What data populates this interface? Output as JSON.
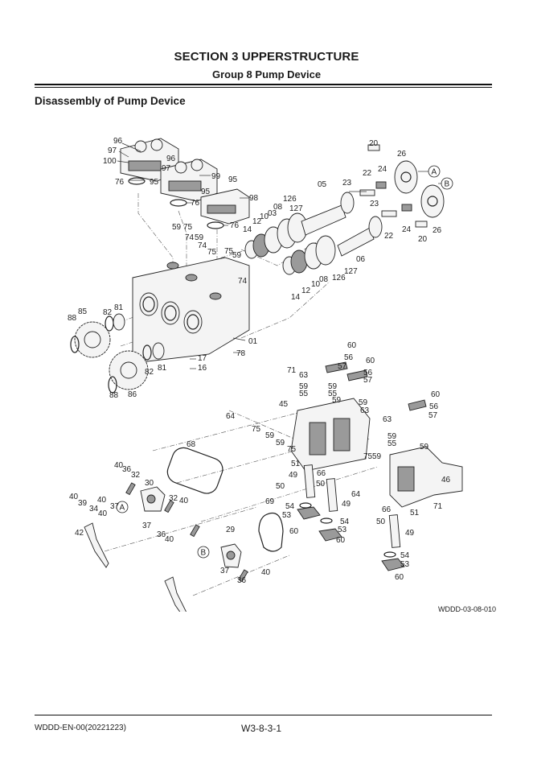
{
  "header": {
    "section_title": "SECTION 3 UPPERSTRUCTURE",
    "group_title": "Group 8 Pump Device"
  },
  "page_heading": "Disassembly of Pump Device",
  "figure": {
    "code": "WDDD-03-08-010",
    "callouts": {
      "regulators": [
        "96",
        "97",
        "100",
        "95",
        "96",
        "97",
        "99",
        "95",
        "95",
        "98",
        "76",
        "76",
        "76"
      ],
      "rotating_group": [
        "20",
        "26",
        "23",
        "22",
        "24",
        "05",
        "126",
        "08",
        "127",
        "03",
        "10",
        "12",
        "14",
        "23",
        "22",
        "24",
        "20",
        "26",
        "06",
        "127",
        "126",
        "08",
        "10",
        "12",
        "14"
      ],
      "pump_housing": [
        "59",
        "75",
        "74",
        "59",
        "74",
        "75",
        "75",
        "59",
        "74",
        "01",
        "17",
        "16",
        "78",
        "88",
        "85",
        "82",
        "81",
        "82",
        "81",
        "88",
        "86"
      ],
      "valve_cover": [
        "60",
        "56",
        "60",
        "57",
        "56",
        "57",
        "71",
        "63",
        "59",
        "59",
        "55",
        "55",
        "59",
        "59",
        "45",
        "64",
        "75",
        "59",
        "59",
        "75",
        "63"
      ],
      "rear_housing": [
        "60",
        "56",
        "57",
        "63",
        "59",
        "55",
        "59",
        "75",
        "59",
        "46",
        "64",
        "66",
        "71",
        "51",
        "50",
        "49",
        "54",
        "53",
        "60"
      ],
      "servo": [
        "51",
        "66",
        "49",
        "50",
        "50",
        "49",
        "54",
        "53",
        "60",
        "54",
        "53",
        "60"
      ],
      "tilting_levers": [
        "68",
        "40",
        "36",
        "32",
        "30",
        "40",
        "37",
        "40",
        "32",
        "40",
        "39",
        "34",
        "40",
        "42",
        "37",
        "36",
        "40",
        "69",
        "29",
        "37",
        "36",
        "40"
      ],
      "markers": [
        "A",
        "B",
        "A",
        "A",
        "A",
        "A",
        "A",
        "A",
        "B"
      ]
    }
  },
  "footer": {
    "document_code": "WDDD-EN-00(20221223)",
    "page_number": "W3-8-3-1"
  }
}
